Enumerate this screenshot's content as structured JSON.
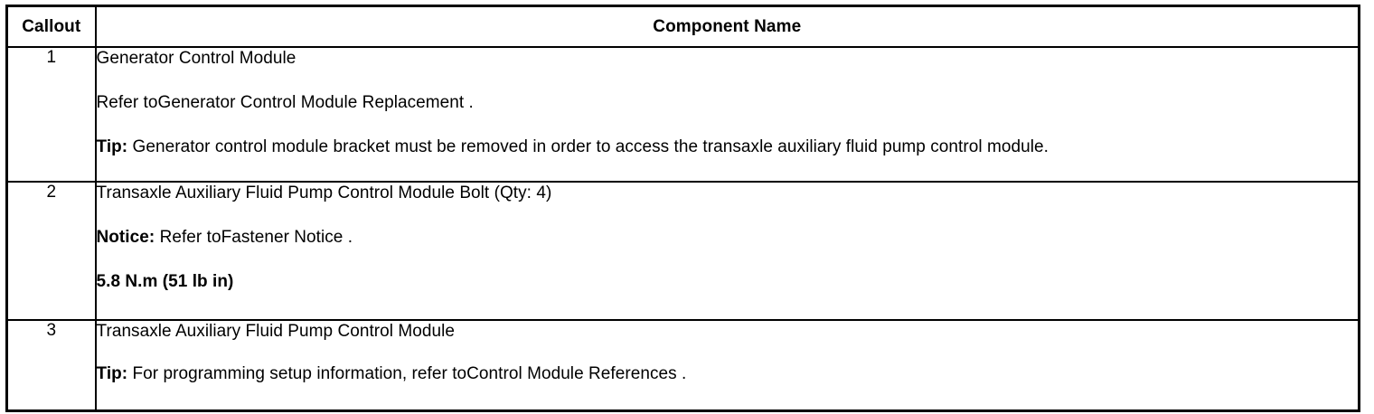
{
  "table": {
    "headers": {
      "callout": "Callout",
      "component_name": "Component Name"
    },
    "rows": [
      {
        "callout": "1",
        "lines": [
          {
            "label": "",
            "text": "Generator Control Module"
          },
          {
            "label": "",
            "text": "Refer toGenerator Control Module Replacement ."
          },
          {
            "label": "Tip:",
            "text": " Generator control module bracket must be removed in order to access the transaxle auxiliary fluid pump control module."
          }
        ]
      },
      {
        "callout": "2",
        "lines": [
          {
            "label": "",
            "text": "Transaxle Auxiliary Fluid Pump Control Module Bolt (Qty: 4)"
          },
          {
            "label": "Notice:",
            "text": " Refer toFastener Notice ."
          },
          {
            "label": "",
            "text": "5.8 N.m (51 lb in)"
          }
        ]
      },
      {
        "callout": "3",
        "lines": [
          {
            "label": "",
            "text": "Transaxle Auxiliary Fluid Pump Control Module"
          },
          {
            "label": "Tip:",
            "text": " For programming setup information, refer toControl Module References ."
          }
        ]
      }
    ]
  },
  "colors": {
    "border": "#000000",
    "text": "#000000",
    "background": "#ffffff"
  }
}
